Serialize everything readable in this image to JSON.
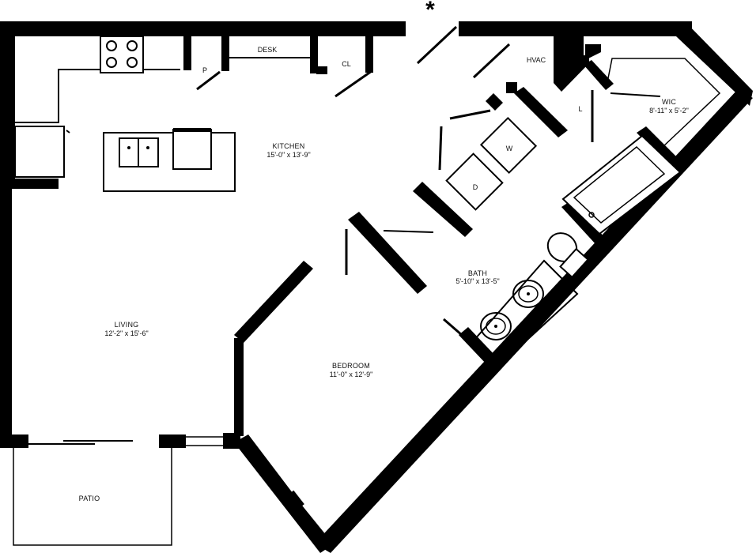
{
  "rooms": {
    "kitchen": {
      "name": "KITCHEN",
      "dims": "15'-0\" x 13'-9\""
    },
    "living": {
      "name": "LIVING",
      "dims": "12'-2\" x 15'-6\""
    },
    "bedroom": {
      "name": "BEDROOM",
      "dims": "11'-0\" x 12'-9\""
    },
    "bath": {
      "name": "BATH",
      "dims": "5'-10\" x 13'-5\""
    },
    "wic": {
      "name": "WIC",
      "dims": "8'-11\" x 5'-2\""
    },
    "patio": {
      "name": "PATIO"
    }
  },
  "labels": {
    "desk": "DESK",
    "pantry": "P",
    "closet": "CL",
    "hvac": "HVAC",
    "linen": "L",
    "washer": "W",
    "dryer": "D",
    "entry_marker": "*"
  },
  "colors": {
    "wall": "#000000",
    "background": "#ffffff"
  }
}
